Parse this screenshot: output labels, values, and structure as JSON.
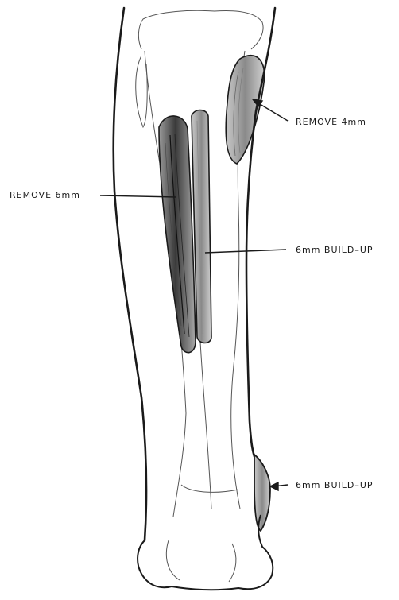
{
  "annotations": {
    "remove_4mm": "REMOVE 4mm",
    "remove_6mm": "REMOVE 6mm",
    "buildup_upper": "6mm BUILD–UP",
    "buildup_lower": "6mm BUILD–UP"
  },
  "colors": {
    "ink": "#1a1a1a",
    "thin_line": "#555555",
    "shading": "#6e6e6e",
    "background": "#ffffff"
  }
}
